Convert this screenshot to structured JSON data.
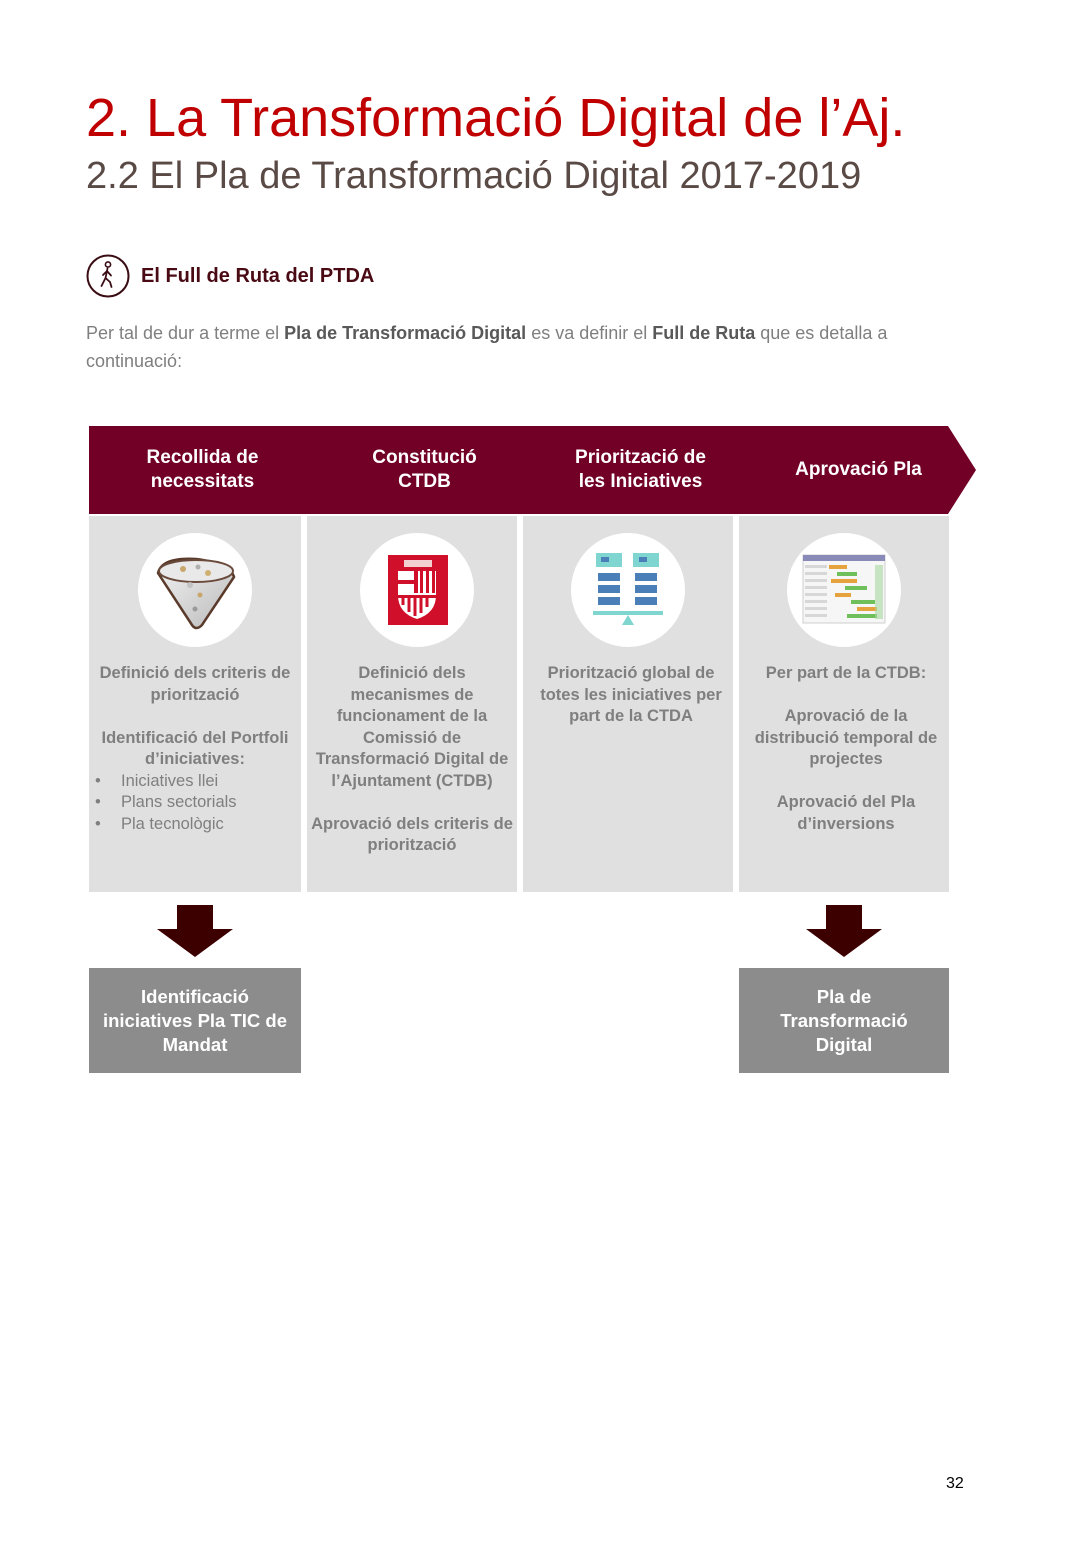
{
  "header": {
    "title": "2. La Transformació Digital de l’Aj.",
    "subtitle": "2.2 El Pla de Transformació Digital 2017-2019"
  },
  "section": {
    "icon": "walking-person-icon",
    "heading": "El Full de Ruta del PTDA"
  },
  "intro": {
    "part1": "Per tal de dur a terme el ",
    "bold1": "Pla de Transformació Digital",
    "part2": " es va definir el ",
    "bold2": "Full de Ruta",
    "part3": " que es detalla a continuació:"
  },
  "colors": {
    "chevron": "#720026",
    "title": "#c00000",
    "subtitle": "#5a4a45",
    "panel": "#e0e0e0",
    "result_box": "#8c8c8c",
    "down_arrow": "#3d0000"
  },
  "phases": [
    {
      "line1": "Recollida de",
      "line2": "necessitats",
      "image": "funnel-image",
      "texts": [
        "Definició dels criteris de priorització",
        "Identificació del Portfoli d’iniciatives:"
      ],
      "bullets": [
        "Iniciatives llei",
        "Plans sectorials",
        "Pla tecnològic"
      ]
    },
    {
      "line1": "Constitució",
      "line2": "CTDB",
      "image": "barcelona-coat-of-arms-image",
      "texts": [
        "Definició dels mecanismes de funcionament de la Comissió de Transformació Digital de l’Ajuntament (CTDB)",
        "Aprovació dels criteris de priorització"
      ]
    },
    {
      "line1": "Priorització de",
      "line2": "les Iniciatives",
      "image": "prioritization-balance-image",
      "texts": [
        "Priorització global de totes les iniciatives per part de la CTDA"
      ]
    },
    {
      "line1": "Aprovació Pla",
      "image": "gantt-chart-image",
      "texts": [
        "Per part de la CTDB:",
        "Aprovació de la distribució temporal de projectes",
        "Aprovació del Pla d’inversions"
      ]
    }
  ],
  "results": [
    {
      "under_phase": 1,
      "line1": "Identificació",
      "line2": "iniciatives Pla TIC de",
      "line3": "Mandat"
    },
    {
      "under_phase": 4,
      "line1": "Pla de",
      "line2": "Transformació",
      "line3": "Digital"
    }
  ],
  "page_number": "32"
}
